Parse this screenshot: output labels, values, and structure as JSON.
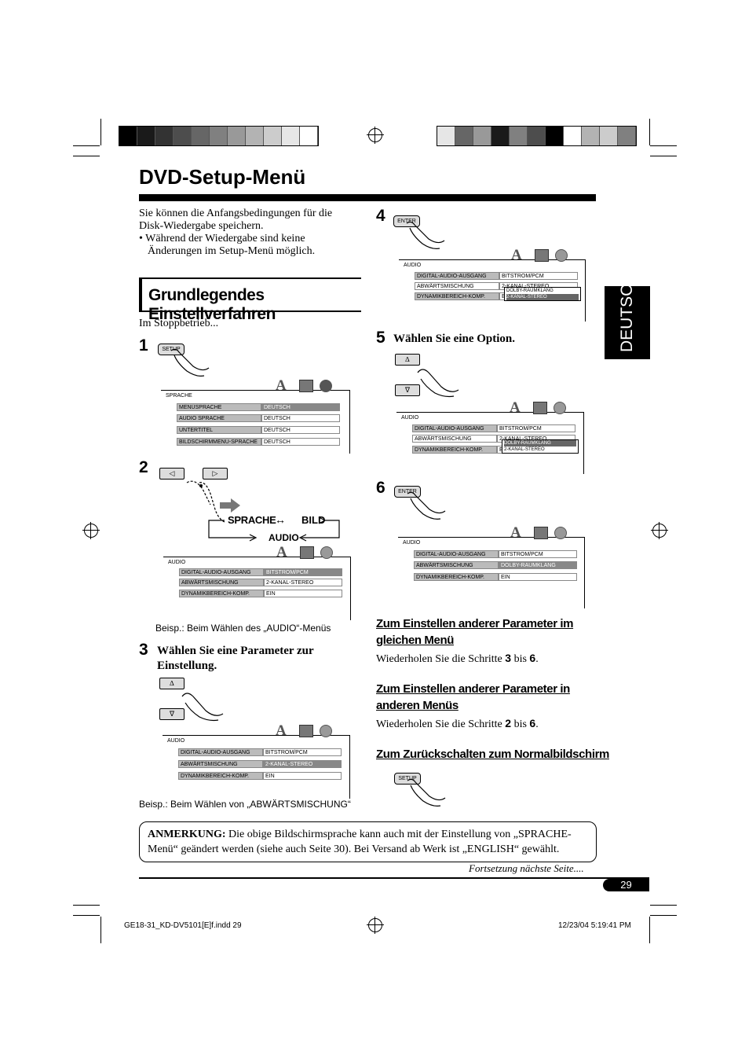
{
  "page_title": "DVD-Setup-Menü",
  "intro": {
    "line1": "Sie können die Anfangsbedingungen für die",
    "line2": "Disk-Wiedergabe speichern.",
    "bullet1": "• Während der Wiedergabe sind keine",
    "bullet2": "Änderungen im Setup-Menü möglich."
  },
  "section_title": "Grundlegendes Einstellverfahren",
  "stop_mode": "Im Stoppbetrieb...",
  "side_tab": "DEUTSCH",
  "buttons": {
    "setup": "SETUP",
    "enter": "ENTER",
    "left": "◁",
    "right": "▷",
    "up": "∆",
    "down": "∇"
  },
  "steps": {
    "s1": "1",
    "s2": "2",
    "s3": "3",
    "s4": "4",
    "s5": "5",
    "s6": "6",
    "s3_text_1": "Wählen Sie eine Parameter zur",
    "s3_text_2": "Einstellung.",
    "s5_text": "Wählen Sie eine Option."
  },
  "menu_cycle": {
    "sprache": "SPRACHE",
    "bild": "BILD",
    "audio": "AUDIO",
    "arrow": "↔"
  },
  "screens": {
    "sprache": {
      "header": "SPRACHE",
      "rows": [
        {
          "label": "MENÜSPRACHE",
          "value": "DEUTSCH"
        },
        {
          "label": "AUDIO SPRACHE",
          "value": "DEUTSCH"
        },
        {
          "label": "UNTERTITEL",
          "value": "DEUTSCH"
        },
        {
          "label": "BILDSCHIRMMENÜ-SPRACHE",
          "value": "DEUTSCH"
        }
      ]
    },
    "audio": {
      "header": "AUDIO",
      "rows": [
        {
          "label": "DIGITAL-AUDIO-AUSGANG",
          "value": "BITSTROM/PCM"
        },
        {
          "label": "ABWÄRTSMISCHUNG",
          "value": "2-KANAL-STEREO"
        },
        {
          "label": "DYNAMIKBEREICH-KOMP.",
          "value": "EIN"
        }
      ],
      "row_final_value": "DOLBY-RAUMKLANG",
      "dropdown": [
        "DOLBY-RAUMKLANG",
        "2-KANAL-STEREO"
      ],
      "partial_row2": "2-KANAL-STEREO",
      "partial_row3": "E"
    },
    "tab_letter": "A"
  },
  "captions": {
    "audio_menu": "Beisp.: Beim Wählen des „AUDIO“-Menüs",
    "abwaerts": "Beisp.: Beim Wählen von „ABWÄRTSMISCHUNG“"
  },
  "subsections": [
    {
      "title_1": "Zum Einstellen anderer Parameter im ",
      "title_2": "gleichen Menü",
      "text_a": "Wiederholen Sie die Schritte ",
      "n1": "3",
      "text_b": " bis ",
      "n2": "6",
      "text_c": "."
    },
    {
      "title_1": "Zum Einstellen anderer Parameter in ",
      "title_2": "anderen Menüs",
      "text_a": "Wiederholen Sie die Schritte ",
      "n1": "2",
      "text_b": " bis ",
      "n2": "6",
      "text_c": "."
    },
    {
      "title_1": "Zum Zurückschalten zum Normalbildschirm"
    }
  ],
  "note": {
    "label": "ANMERKUNG:",
    "line1": " Die obige Bildschirmsprache kann auch mit der Einstellung von „SPRACHE-",
    "line2": "Menü“ geändert werden (siehe auch Seite 30). Bei Versand ab Werk ist „ENGLISH“ gewählt."
  },
  "continued": "Fortsetzung nächste Seite....",
  "page_number": "29",
  "footer": {
    "file": "GE18-31_KD-DV5101[E]f.indd   29",
    "date": "12/23/04   5:19:41 PM"
  },
  "colorbar_left": [
    "#000000",
    "#1a1a1a",
    "#333333",
    "#4d4d4d",
    "#666666",
    "#808080",
    "#999999",
    "#b3b3b3",
    "#cccccc",
    "#e6e6e6",
    "#ffffff"
  ],
  "colorbar_right": [
    "#e6e6e6",
    "#666666",
    "#999999",
    "#1a1a1a",
    "#808080",
    "#4d4d4d",
    "#000000",
    "#ffffff",
    "#b3b3b3",
    "#cccccc",
    "#808080"
  ]
}
